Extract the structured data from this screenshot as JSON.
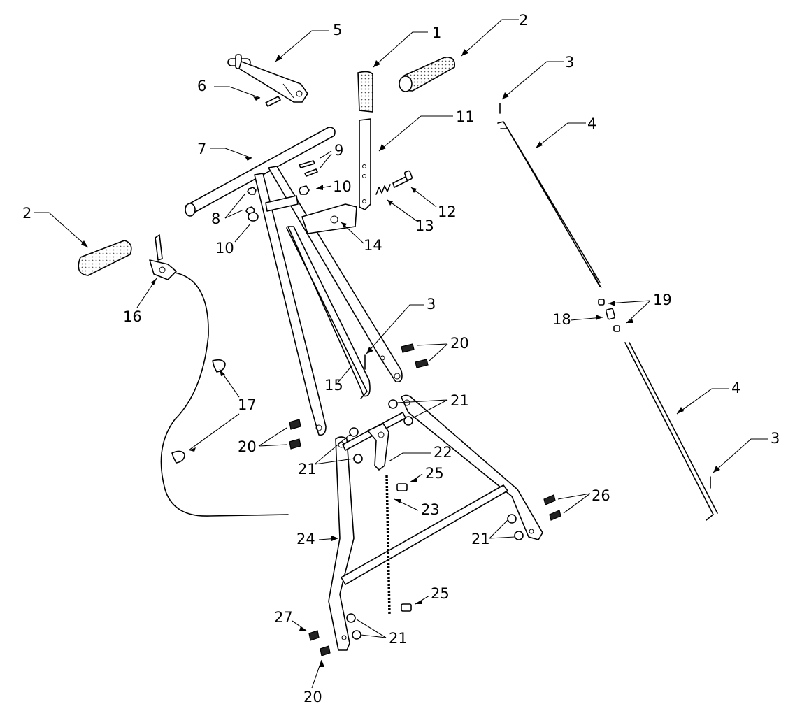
{
  "labels": {
    "l1": "1",
    "l2a": "2",
    "l2b": "2",
    "l3a": "3",
    "l3b": "3",
    "l3c": "3",
    "l4a": "4",
    "l4b": "4",
    "l5": "5",
    "l6": "6",
    "l7": "7",
    "l8": "8",
    "l9": "9",
    "l10a": "10",
    "l10b": "10",
    "l11": "11",
    "l12": "12",
    "l13": "13",
    "l14": "14",
    "l15": "15",
    "l16": "16",
    "l17": "17",
    "l18": "18",
    "l19": "19",
    "l20a": "20",
    "l20b": "20",
    "l20c": "20",
    "l21a": "21",
    "l21b": "21",
    "l21c": "21",
    "l21d": "21",
    "l22": "22",
    "l23": "23",
    "l24": "24",
    "l25a": "25",
    "l25b": "25",
    "l26": "26",
    "l27": "27"
  },
  "colors": {
    "line": "#000000",
    "background": "#ffffff"
  }
}
